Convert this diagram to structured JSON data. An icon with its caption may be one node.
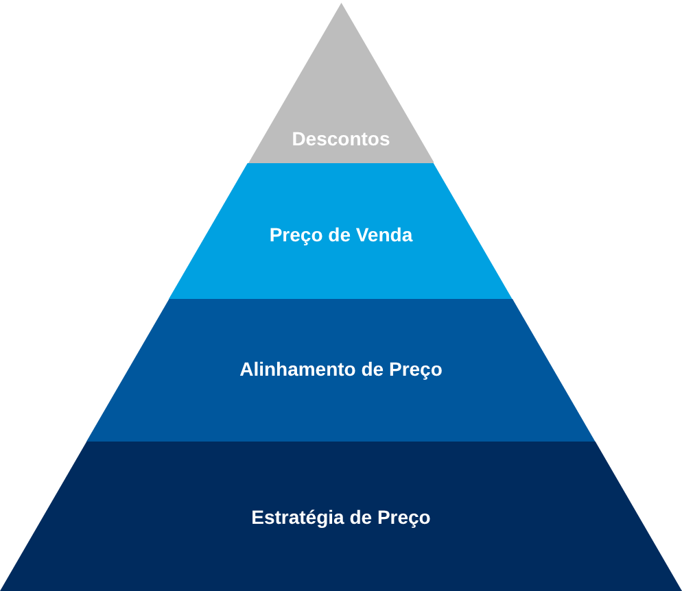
{
  "diagram": {
    "nodes": [
      {
        "text": [
          "Descontos"
        ]
      },
      {
        "text": [
          "Preço de Venda"
        ]
      },
      {
        "text": [
          "Alinhamento de Preço"
        ]
      },
      {
        "text": [
          "Estratégia de Preço"
        ]
      }
    ]
  }
}
